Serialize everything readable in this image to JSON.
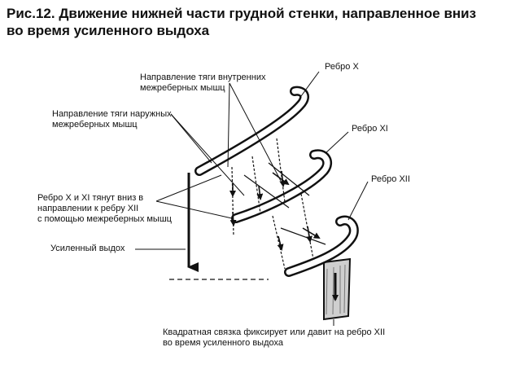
{
  "figure": {
    "title_line1": "Рис.12. Движение нижней части грудной стенки, направленное вниз",
    "title_line2": "во время усиленного выдоха"
  },
  "labels": {
    "rib_x": "Ребро X",
    "rib_xi": "Ребро XI",
    "rib_xii": "Ребро XII",
    "internal_line1": "Направление тяги внутренних",
    "internal_line2": "межреберных мышц",
    "external_line1": "Направление тяги наружных",
    "external_line2": "межреберных мышц",
    "pull_line1": "Ребро X и XI тянут вниз в",
    "pull_line2": "направлении к ребру XII",
    "pull_line3": "с помощью межреберных мышц",
    "forced_exhale": "Усиленный выдох",
    "ligament_line1": "Квадратная связка фиксирует или давит на ребро XII",
    "ligament_line2": "во время усиленного выдоха"
  }
}
